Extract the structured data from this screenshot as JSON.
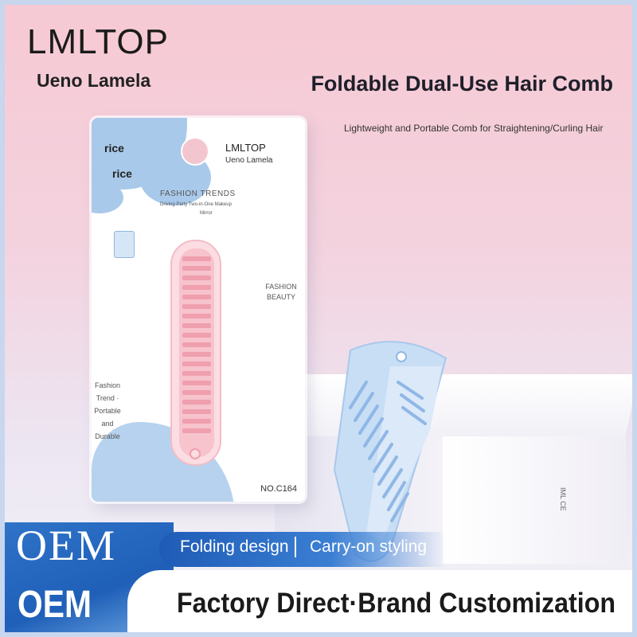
{
  "header": {
    "brand": "LMLTOP",
    "sub_brand": "Ueno Lamela",
    "headline": "Foldable Dual-Use Hair Comb",
    "subline": "Lightweight and Portable Comb for Straightening/Curling Hair"
  },
  "package": {
    "rice_1": "rice",
    "rice_2": "rice",
    "brand": "LMLTOP",
    "sub_brand": "Ueno Lamela",
    "trends": "FASHION TRENDS",
    "tiny_line_1": "Driving Party Two-in-One Makeup",
    "tiny_line_2": "Mirror",
    "side_text": "FASHION BEAUTY",
    "left_text": "Fashion Trend · Portable and Durable",
    "model_no": "NO.C164"
  },
  "box": {
    "print": "IML CE"
  },
  "banner": {
    "oem_1": "OEM",
    "oem_2": "OEM",
    "feature_1": "Folding design",
    "feature_2": "Carry-on styling",
    "tagline": "Factory Direct·Brand Customization"
  },
  "colors": {
    "accent_blue": "#1f5fb8",
    "pink_comb": "#f2a9b6",
    "blue_comb": "#bcd6f2"
  }
}
